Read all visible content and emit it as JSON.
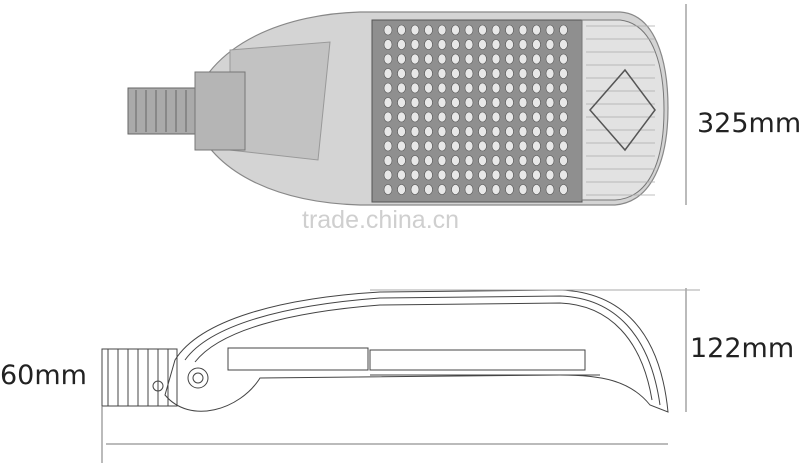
{
  "dimensions": {
    "width_top": "325mm",
    "height_side": "122mm",
    "left_side": "60mm"
  },
  "watermark": "trade.china.cn",
  "colors": {
    "body": "#c8c8c8",
    "led_panel": "#9a9a9a",
    "line": "#333333"
  }
}
